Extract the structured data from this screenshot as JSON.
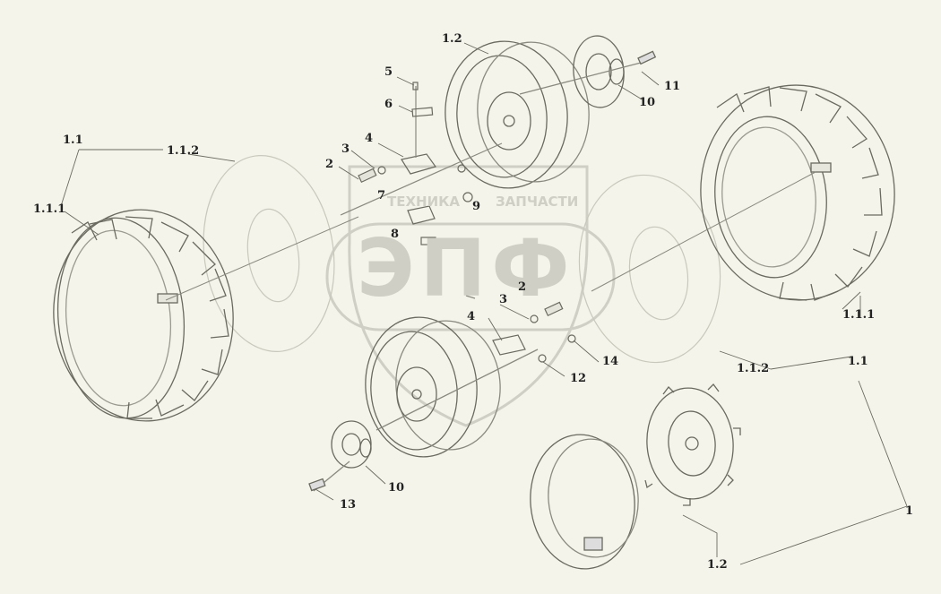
{
  "labels": {
    "l_1_2_top": "1.2",
    "l_5": "5",
    "l_6": "6",
    "l_11": "11",
    "l_10_top": "10",
    "l_1_1_left": "1.1",
    "l_1_1_2_left": "1.1.2",
    "l_4_top": "4",
    "l_3_top": "3",
    "l_2_top": "2",
    "l_7": "7",
    "l_9": "9",
    "l_1_1_1_left": "1.1.1",
    "l_8": "8",
    "l_2_mid": "2",
    "l_3_mid": "3",
    "l_4_mid": "4",
    "l_1_1_1_right": "1.1.1",
    "l_14": "14",
    "l_12": "12",
    "l_1_1_2_right": "1.1.2",
    "l_1_1_right": "1.1",
    "l_10_bottom": "10",
    "l_13": "13",
    "l_1": "1",
    "l_1_2_bottom": "1.2"
  },
  "watermark": {
    "brand": "ЭПФ",
    "left_word": "ТЕХНИКА",
    "right_word": "ЗАПЧАСТИ"
  },
  "colors": {
    "line": "#6a6a60",
    "light": "#b8b8ae",
    "bg": "#f4f4ea",
    "watermark": "#cfcfc6"
  }
}
